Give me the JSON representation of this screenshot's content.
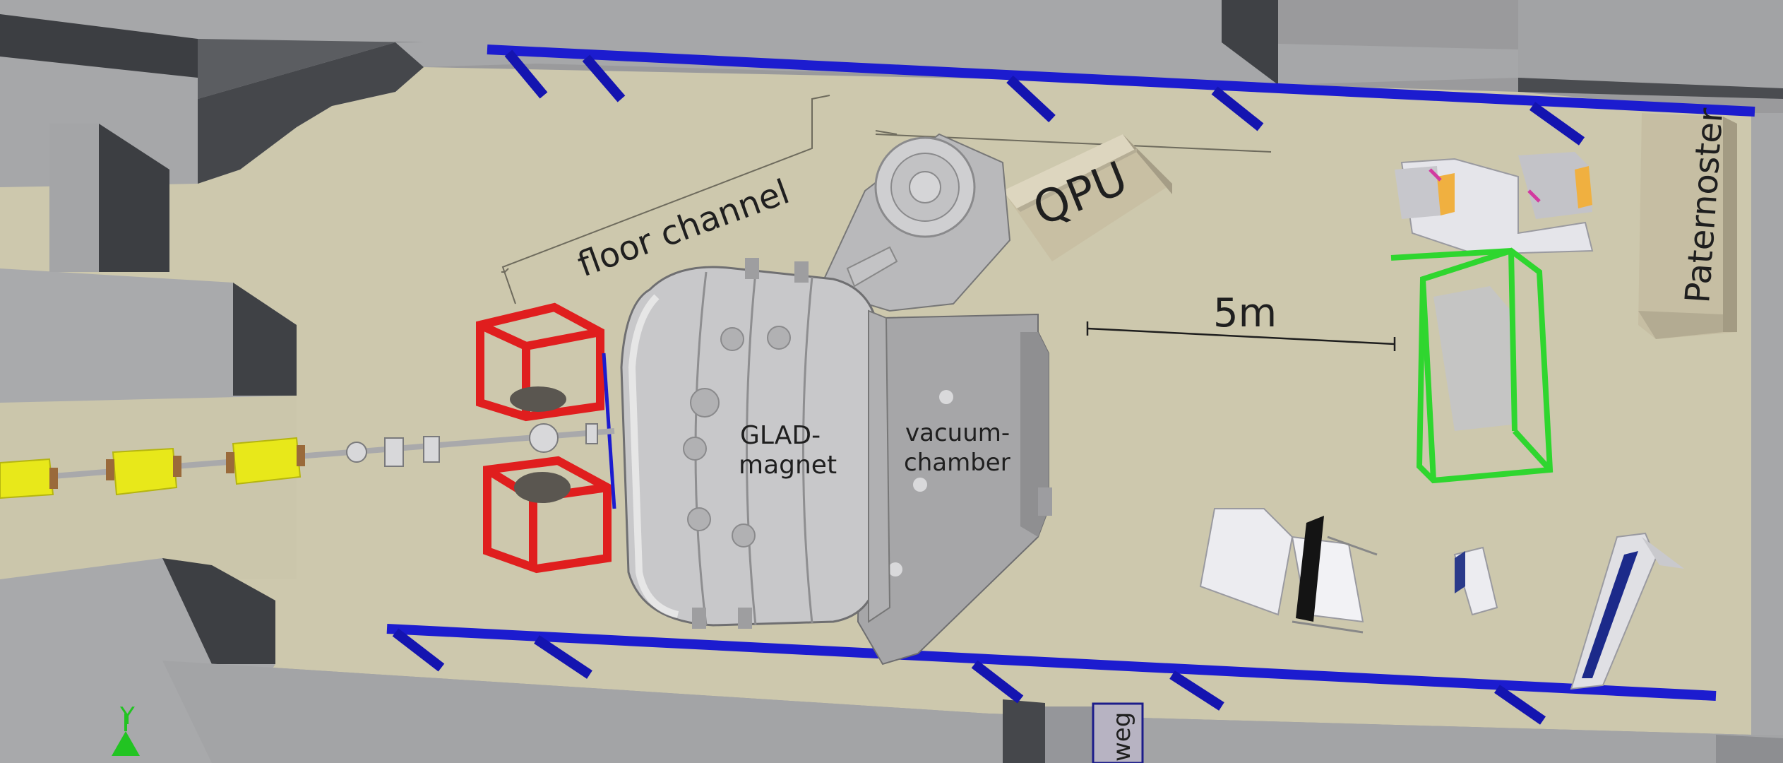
{
  "labels": {
    "floor_channel": "floor channel",
    "qpu": "QPU",
    "paternoster": "Paternoster",
    "scale_bar": "5m",
    "glad_magnet_line1": "GLAD-",
    "glad_magnet_line2": "magnet",
    "vacuum_chamber_line1": "vacuum-",
    "vacuum_chamber_line2": "chamber",
    "weg": "weg",
    "axis_y": "Y"
  },
  "icons": {
    "axis_indicator": "axis-triad-icon"
  },
  "colors": {
    "floor": "#cdc8ad",
    "wall_top": "#a8a8aa",
    "wall_side": "#6a6a6e",
    "wall_dark": "#3f4145",
    "rail_blue": "#1c1ccf",
    "frame_red": "#e02020",
    "frame_green": "#2fd62f",
    "quadrupole_yellow": "#e8e81a",
    "magnet_silver": "#bdbdbd",
    "chamber_grey": "#a5a5a7",
    "box_tan": "#c9c1a6",
    "axis_green": "#22c422"
  }
}
